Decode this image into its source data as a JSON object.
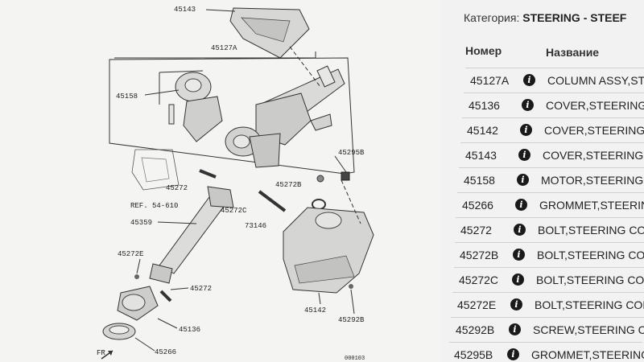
{
  "diagram": {
    "labels": {
      "l45143": "45143",
      "l45127A": "45127A",
      "l45158": "45158",
      "l45295B": "45295B",
      "l45272a": "45272",
      "l45272B": "45272B",
      "lref": "REF. 54-610",
      "l45272C": "45272C",
      "l73146": "73146",
      "l45359": "45359",
      "l45272E": "45272E",
      "l45272b": "45272",
      "l45142": "45142",
      "l45292B": "45292B",
      "l45136": "45136",
      "l45266": "45266",
      "lfr": "FR",
      "lcode": "000103"
    }
  },
  "panel": {
    "category_label": "Категория:",
    "category_value": "STEERING - STEEF",
    "col_number": "Номер",
    "col_name": "Название",
    "info_glyph": "i",
    "rows": [
      {
        "num": "45127A",
        "name": "COLUMN ASSY,ST"
      },
      {
        "num": "45136",
        "name": "COVER,STEERING"
      },
      {
        "num": "45142",
        "name": "COVER,STEERING"
      },
      {
        "num": "45143",
        "name": "COVER,STEERING"
      },
      {
        "num": "45158",
        "name": "MOTOR,STEERING"
      },
      {
        "num": "45266",
        "name": "GROMMET,STEERIN"
      },
      {
        "num": "45272",
        "name": "BOLT,STEERING CO"
      },
      {
        "num": "45272B",
        "name": "BOLT,STEERING CO"
      },
      {
        "num": "45272C",
        "name": "BOLT,STEERING CO"
      },
      {
        "num": "45272E",
        "name": "BOLT,STEERING COL"
      },
      {
        "num": "45292B",
        "name": "SCREW,STEERING C"
      },
      {
        "num": "45295B",
        "name": "GROMMET,STEERING"
      }
    ]
  }
}
